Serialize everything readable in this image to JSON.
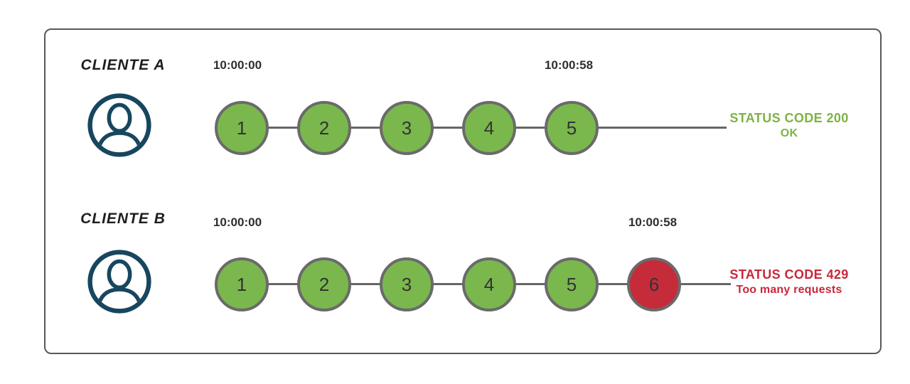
{
  "colors": {
    "ok-green": "#7ab84e",
    "blocked-red": "#c62b3a",
    "status-ok-text": "#7cb342",
    "status-blocked-text": "#c9283a",
    "stroke-gray": "#666666",
    "icon-navy": "#17465f"
  },
  "clients": [
    {
      "name": "CLIENTE A",
      "start_time": "10:00:00",
      "end_time": "10:00:58",
      "requests": [
        {
          "label": "1",
          "state": "ok"
        },
        {
          "label": "2",
          "state": "ok"
        },
        {
          "label": "3",
          "state": "ok"
        },
        {
          "label": "4",
          "state": "ok"
        },
        {
          "label": "5",
          "state": "ok"
        }
      ],
      "status_line1": "STATUS CODE 200",
      "status_line2": "OK",
      "status_state": "ok"
    },
    {
      "name": "CLIENTE B",
      "start_time": "10:00:00",
      "end_time": "10:00:58",
      "requests": [
        {
          "label": "1",
          "state": "ok"
        },
        {
          "label": "2",
          "state": "ok"
        },
        {
          "label": "3",
          "state": "ok"
        },
        {
          "label": "4",
          "state": "ok"
        },
        {
          "label": "5",
          "state": "ok"
        },
        {
          "label": "6",
          "state": "blocked"
        }
      ],
      "status_line1": "STATUS CODE 429",
      "status_line2": "Too many requests",
      "status_state": "blocked"
    }
  ]
}
